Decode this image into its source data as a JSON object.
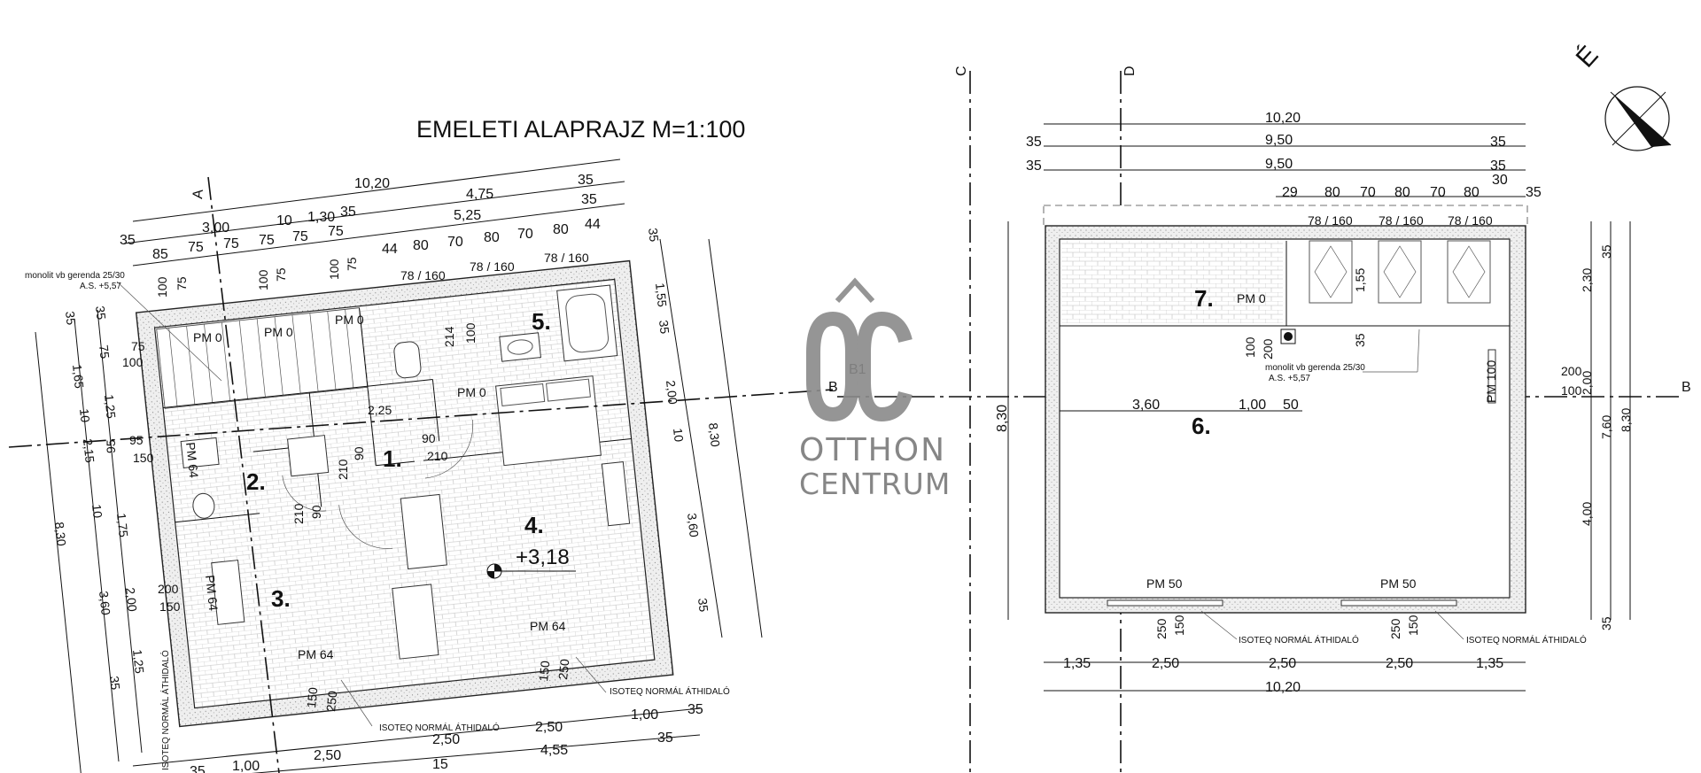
{
  "title": "EMELETI ALAPRAJZ M=1:100",
  "rooms": [
    "1.",
    "2.",
    "3.",
    "4.",
    "5.",
    "6.",
    "7."
  ],
  "level_mark": "+3,18",
  "axes": {
    "a": "A",
    "b": "B",
    "b1": "B1",
    "c": "C",
    "d": "D"
  },
  "north_label": "É",
  "logo": {
    "line1": "OTTHON",
    "line2": "CENTRUM"
  },
  "beam_note": {
    "line1": "monolit vb gerenda 25/30",
    "line2": "A.S. +5,57"
  },
  "lintel_note": "ISOTEQ NORMÁL ÁTHIDALÓ",
  "left_plan": {
    "top_dims": [
      "10,20",
      "3,00",
      "10",
      "1,30",
      "35",
      "4,75",
      "5,25",
      "35",
      "35",
      "35",
      "85",
      "75",
      "75",
      "75",
      "75",
      "75",
      "44",
      "80",
      "70",
      "80",
      "70",
      "80",
      "44",
      "78 / 160",
      "78 / 160",
      "78 / 160"
    ],
    "pm_labels": [
      "PM 0",
      "PM 0",
      "PM 0",
      "PM 0",
      "PM 64",
      "PM 64",
      "PM 64",
      "PM 64"
    ],
    "inner_dims": [
      "100",
      "75",
      "100",
      "75",
      "100",
      "75",
      "75",
      "100",
      "2,25",
      "95",
      "150",
      "95",
      "90",
      "210",
      "90",
      "210",
      "90",
      "210",
      "214",
      "100",
      "200",
      "150"
    ],
    "left_dims": [
      "35",
      "35",
      "1,65",
      "75",
      "10",
      "1,25",
      "2,15",
      "8,30",
      "10",
      "1,75",
      "3,60",
      "2,00",
      "1,25",
      "35"
    ],
    "right_dims": [
      "35",
      "1,55",
      "35",
      "2,00",
      "10",
      "3,60",
      "8,30",
      "35"
    ],
    "bottom_dims": [
      "150",
      "250",
      "150",
      "250",
      "1,00",
      "35",
      "2,50",
      "2,50",
      "4,55",
      "35",
      "35",
      "1,00",
      "2,50",
      "15"
    ]
  },
  "right_plan": {
    "top_dims": [
      "10,20",
      "35",
      "9,50",
      "35",
      "35",
      "9,50",
      "35",
      "30",
      "29",
      "80",
      "70",
      "80",
      "70",
      "80",
      "35",
      "78 / 160",
      "78 / 160",
      "78 / 160"
    ],
    "inner_labels": [
      "PM 0",
      "PM 100",
      "PM 50",
      "PM 50"
    ],
    "inner_dims": [
      "1,55",
      "35",
      "100",
      "200",
      "200",
      "100",
      "3,60",
      "1,00",
      "50",
      "250",
      "150",
      "250",
      "150"
    ],
    "left_dims": [
      "8,30"
    ],
    "right_dims": [
      "35",
      "2,30",
      "2,00",
      "7,60",
      "8,30",
      "4,00",
      "35"
    ],
    "bottom_dims": [
      "1,35",
      "2,50",
      "2,50",
      "2,50",
      "1,35",
      "10,20"
    ]
  }
}
